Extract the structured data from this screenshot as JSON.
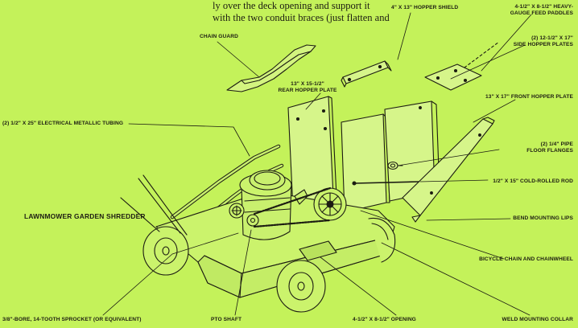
{
  "body_text": {
    "line1": "ly over the deck opening and support it",
    "line2": "with the two conduit braces (just flatten and"
  },
  "title": "LAWNMOWER GARDEN SHREDDER",
  "labels": {
    "chain_guard": "CHAIN GUARD",
    "hopper_shield": "4\" X 13\" HOPPER SHIELD",
    "feed_paddles_1": "4-1/2\" X 8-1/2\" HEAVY-",
    "feed_paddles_2": "GAUGE FEED PADDLES",
    "side_plates_1": "(2) 12-1/2\" X 17\"",
    "side_plates_2": "SIDE HOPPER PLATES",
    "rear_plate_1": "13\" X 15-1/2\"",
    "rear_plate_2": "REAR HOPPER PLATE",
    "front_plate": "13\" X 17\" FRONT HOPPER PLATE",
    "tubing": "(2) 1/2\" X 25\" ELECTRICAL METALLIC TUBING",
    "floor_flanges_1": "(2) 1/4\" PIPE",
    "floor_flanges_2": "FLOOR FLANGES",
    "rod": "1/2\" X 15\" COLD-ROLLED ROD",
    "bend_lips": "BEND MOUNTING LIPS",
    "chain": "BICYCLE CHAIN AND CHAINWHEEL",
    "sprocket": "3/8\"-BORE, 14-TOOTH SPROCKET (OR EQUIVALENT)",
    "pto": "PTO SHAFT",
    "opening": "4-1/2\" X 8-1/2\" OPENING",
    "collar": "WELD MOUNTING COLLAR"
  },
  "colors": {
    "background": "#c4f25a",
    "ink": "#1c1c12",
    "plate": "#d6f58a"
  }
}
